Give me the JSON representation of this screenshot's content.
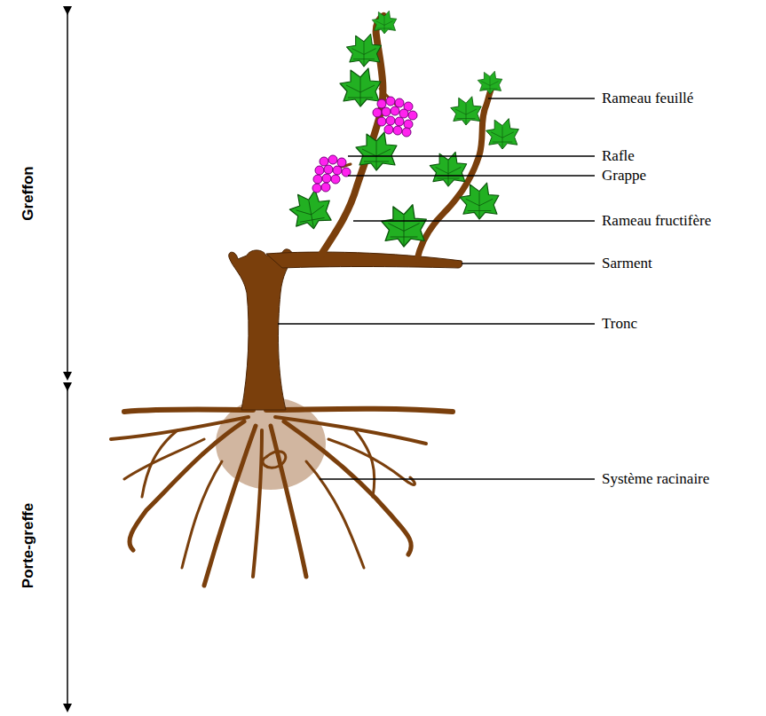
{
  "diagram": {
    "labels": [
      "Greffon",
      "Porte-greffe",
      "Rameau feuillé",
      "Rafle",
      "Grappe",
      "Rameau fructifère",
      "Sarment",
      "Tronc",
      "Système racinaire"
    ]
  }
}
